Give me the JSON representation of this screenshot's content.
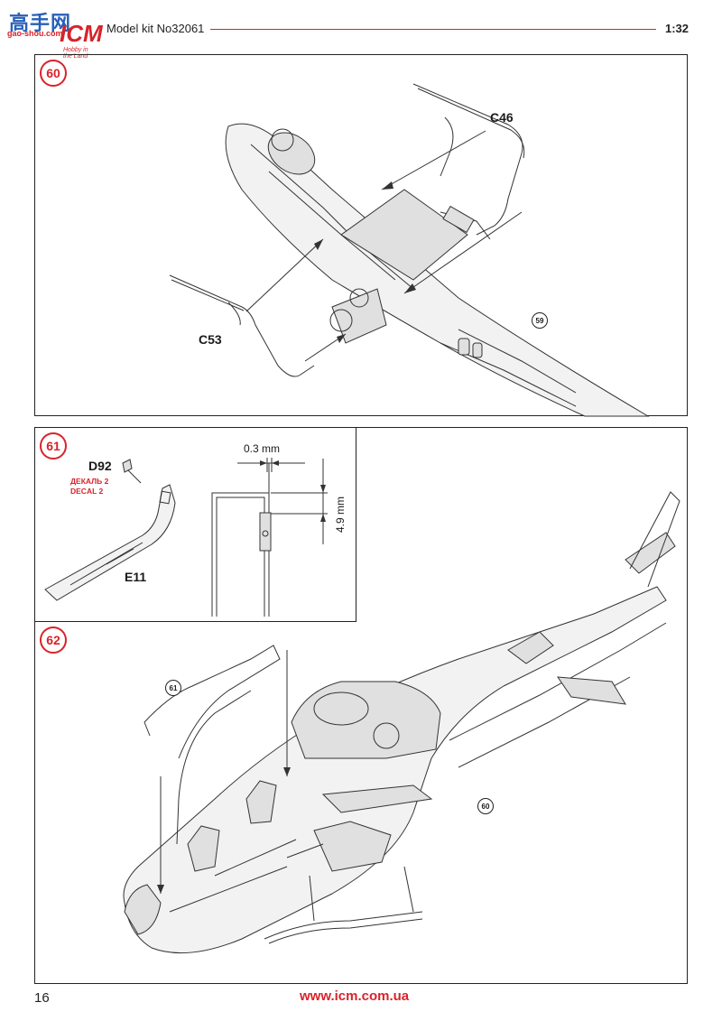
{
  "header": {
    "logo_cn": "高手网",
    "logo_url": "gao-shou.com",
    "logo_brand": "ICM",
    "logo_tagline": "Hobby in the Land",
    "kit_label": "Model kit No32061",
    "scale": "1:32"
  },
  "steps": [
    {
      "number": "60",
      "parts": [
        "C46",
        "C53"
      ],
      "ref_step": "59"
    },
    {
      "number": "61",
      "parts": [
        "D92",
        "E11"
      ],
      "decal_ru": "ДЕКАЛЬ 2",
      "decal_en": "DECAL 2",
      "dim_h": "0.3 mm",
      "dim_v": "4.9 mm"
    },
    {
      "number": "62",
      "ref_steps": [
        "61",
        "60"
      ]
    }
  ],
  "footer": {
    "page_number": "16",
    "url": "www.icm.com.ua"
  },
  "colors": {
    "accent": "#d8232a",
    "line": "#222222",
    "logo_blue": "#2860b8"
  }
}
